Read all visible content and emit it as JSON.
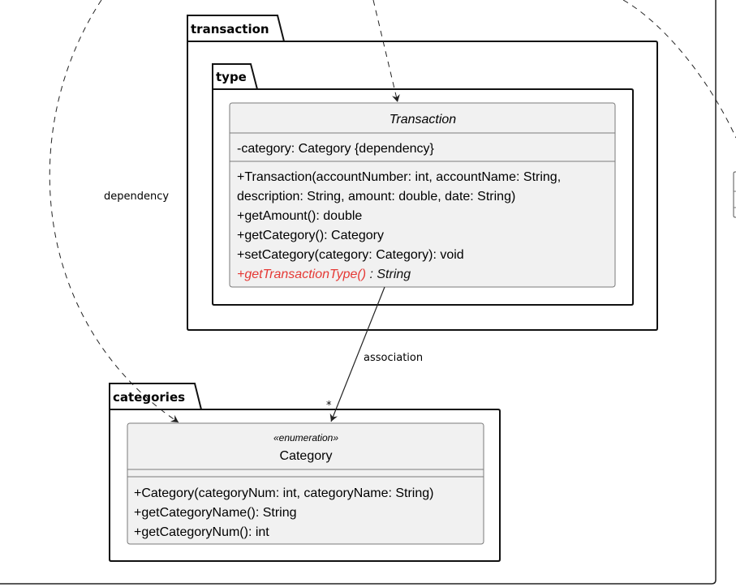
{
  "packages": {
    "transaction": "transaction",
    "type": "type",
    "categories": "categories"
  },
  "transaction_class": {
    "name": "Transaction",
    "fields": [
      "-category: Category {dependency}"
    ],
    "methods": [
      "+Transaction(accountNumber: int, accountName: String,",
      "description: String, amount: double, date: String)",
      "+getAmount(): double",
      "+getCategory(): Category",
      "+setCategory(category: Category): void"
    ],
    "abstract_method_name": "+getTransactionType()",
    "abstract_method_return": " : String"
  },
  "category_enum": {
    "stereotype": "«enumeration»",
    "name": "Category",
    "methods": [
      "+Category(categoryNum: int, categoryName: String)",
      "+getCategoryName(): String",
      "+getCategoryNum(): int"
    ]
  },
  "relations": {
    "dependency_label": "dependency",
    "association_label": "association",
    "association_multiplicity": "*"
  },
  "colors": {
    "class_fill": "#f1f1f1",
    "class_border": "#7a7a7a",
    "abstract_method": "#e53935"
  }
}
